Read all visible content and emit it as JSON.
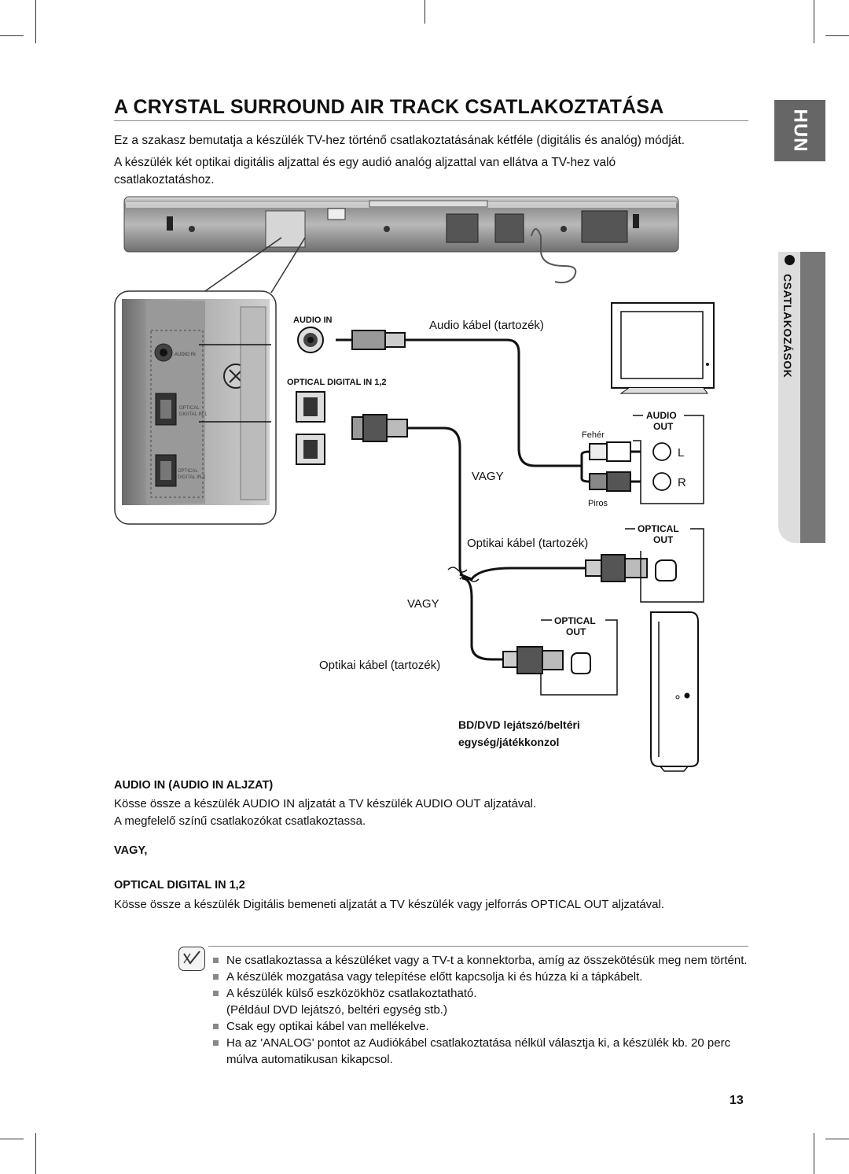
{
  "page": {
    "title": "A CRYSTAL SURROUND AIR TRACK CSATLAKOZTATÁSA",
    "language_tab": "HUN",
    "section_tab": "CSATLAKOZÁSOK",
    "intro_1": "Ez a szakasz bemutatja a készülék TV-hez történő csatlakoztatásának kétféle (digitális és analóg) módját.",
    "intro_2": "A készülék két optikai digitális aljzattal és egy audió analóg aljzattal van ellátva a TV-hez való csatlakoztatáshoz.",
    "page_number": "13"
  },
  "diagram": {
    "audio_in_label": "AUDIO IN",
    "optical_in_label": "OPTICAL DIGITAL IN 1,2",
    "audio_cable_label": "Audio kábel (tartozék)",
    "audio_out_label_1": "AUDIO",
    "audio_out_label_2": "OUT",
    "white_label": "Fehér",
    "red_label": "Piros",
    "l_label": "L",
    "r_label": "R",
    "or_label_1": "VAGY",
    "or_label_2": "VAGY",
    "optical_cable_label_1": "Optikai kábel (tartozék)",
    "optical_cable_label_2": "Optikai kábel (tartozék)",
    "optical_out_tv_1": "OPTICAL",
    "optical_out_tv_2": "OUT",
    "optical_out_bd_1": "OPTICAL",
    "optical_out_bd_2": "OUT",
    "bd_label_1": "BD/DVD lejátszó/beltéri",
    "bd_label_2": "egység/játékkonzol",
    "panel_audio_in": "AUDIO IN",
    "panel_optical_1a": "OPTICAL",
    "panel_optical_1b": "DIGITAL IN 1",
    "panel_optical_2a": "OPTICAL",
    "panel_optical_2b": "DIGITAL IN 2"
  },
  "sections": {
    "audio_in_heading": "AUDIO IN (AUDIO IN ALJZAT)",
    "audio_in_text_1": "Kösse össze a készülék AUDIO IN aljzatát a TV készülék AUDIO OUT aljzatával.",
    "audio_in_text_2": "A megfelelő színű csatlakozókat csatlakoztassa.",
    "or_heading": "VAGY,",
    "optical_heading": "OPTICAL DIGITAL IN 1,2",
    "optical_text": "Kösse össze a készülék Digitális bemeneti aljzatát a TV készülék vagy jelforrás OPTICAL OUT aljzatával."
  },
  "notes": {
    "n1": "Ne csatlakoztassa a készüléket vagy a TV-t a konnektorba, amíg az összekötésük meg nem történt.",
    "n2": "A készülék mozgatása vagy telepítése előtt kapcsolja ki és húzza ki a tápkábelt.",
    "n3": "A készülék külső eszközökhöz csatlakoztatható.",
    "n3b": "(Például DVD lejátszó, beltéri egység stb.)",
    "n4": "Csak egy optikai kábel van mellékelve.",
    "n5": "Ha az 'ANALOG' pontot az Audiókábel csatlakoztatása nélkül választja ki, a készülék kb. 20 perc múlva automatikusan kikapcsol."
  }
}
